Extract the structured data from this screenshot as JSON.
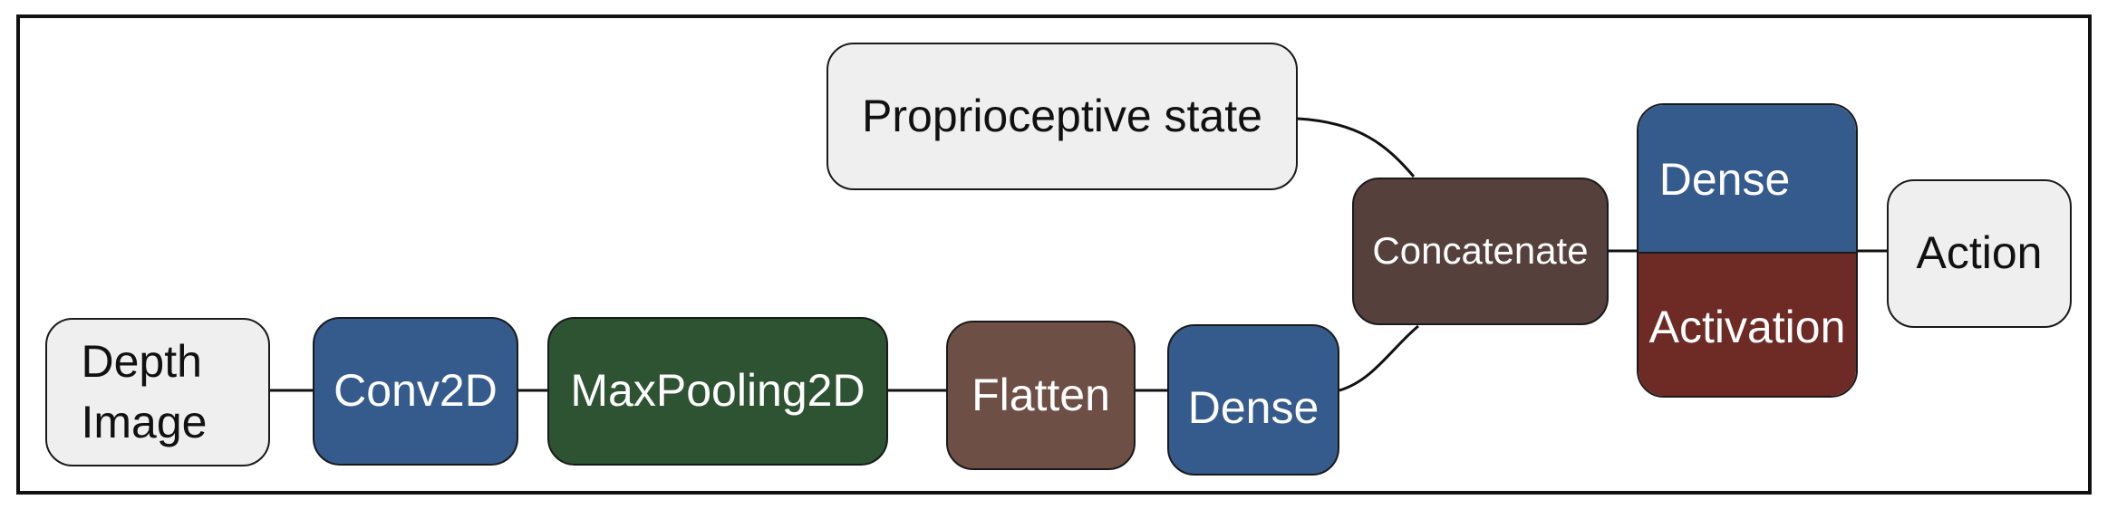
{
  "nodes": {
    "depth_image": {
      "lines": [
        "Depth",
        "Image"
      ]
    },
    "conv2d": {
      "label": "Conv2D",
      "color": "#355a8c"
    },
    "maxpooling2d": {
      "label": "MaxPooling2D",
      "color": "#2e5332"
    },
    "flatten": {
      "label": "Flatten",
      "color": "#6e4f46"
    },
    "dense_1": {
      "label": "Dense",
      "color": "#355a8c"
    },
    "proprioceptive_state": {
      "label": "Proprioceptive state"
    },
    "concatenate": {
      "label": "Concatenate",
      "color": "#56403b"
    },
    "dense_activation": {
      "dense_label": "Dense",
      "dense_color": "#355a8c",
      "activation_label": "Activation",
      "activation_color": "#6e2a24"
    },
    "action": {
      "label": "Action"
    }
  },
  "colors": {
    "light_fill": "#efefef",
    "border": "#1a1a1a",
    "line": "#111111"
  }
}
